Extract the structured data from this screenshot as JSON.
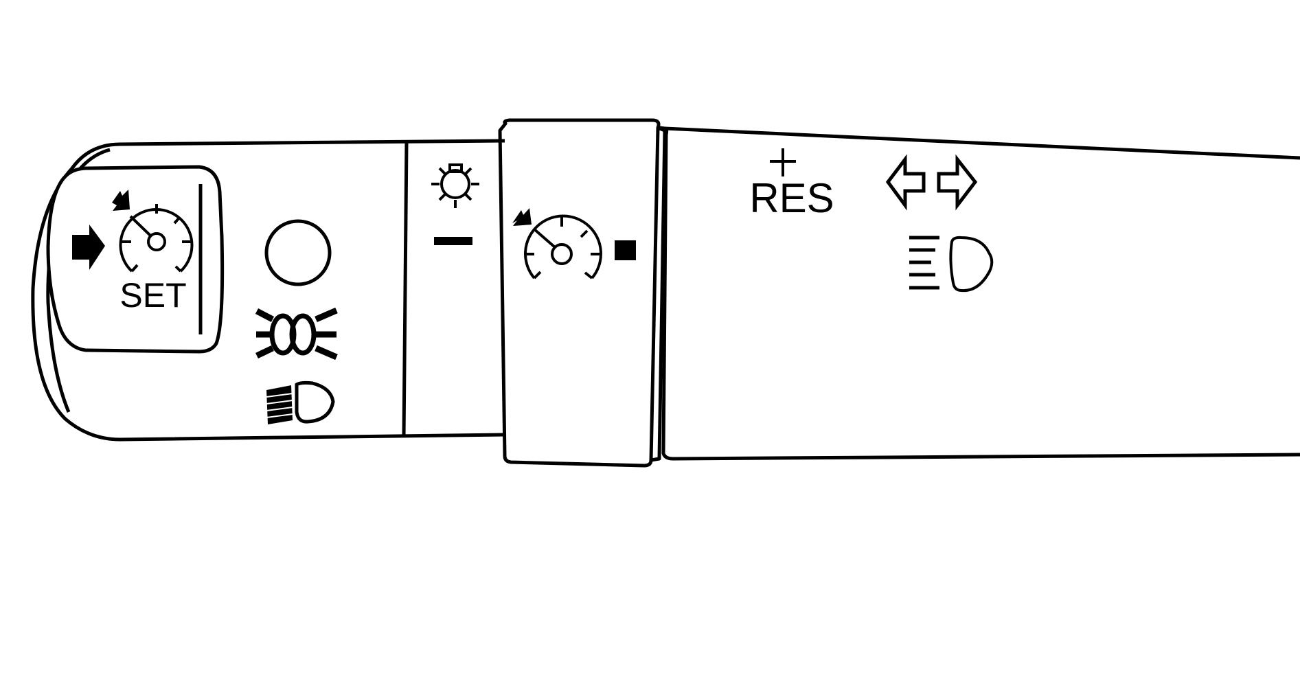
{
  "diagram": {
    "subject": "multifunction-turn-signal-lever",
    "colors": {
      "stroke": "#000000",
      "background": "#ffffff",
      "fill": "#000000"
    }
  },
  "labels": {
    "set": "SET",
    "res": "RES",
    "plus": "+"
  },
  "sections": [
    {
      "id": "set-button",
      "icons": [
        "arrow-right-icon",
        "cruise-speedometer-icon"
      ],
      "label": "SET"
    },
    {
      "id": "light-selector",
      "icons": [
        "off-circle-icon",
        "parking-lamps-icon",
        "low-beam-headlamp-icon"
      ]
    },
    {
      "id": "instrument-band",
      "icons": [
        "instrument-lamp-icon",
        "minus-icon"
      ]
    },
    {
      "id": "cruise-ring",
      "icons": [
        "cruise-speedometer-icon",
        "on-square-icon"
      ]
    },
    {
      "id": "lever-shaft",
      "icons": [
        "plus-icon",
        "turn-left-icon",
        "turn-right-icon",
        "high-beam-icon"
      ],
      "label": "RES"
    }
  ]
}
